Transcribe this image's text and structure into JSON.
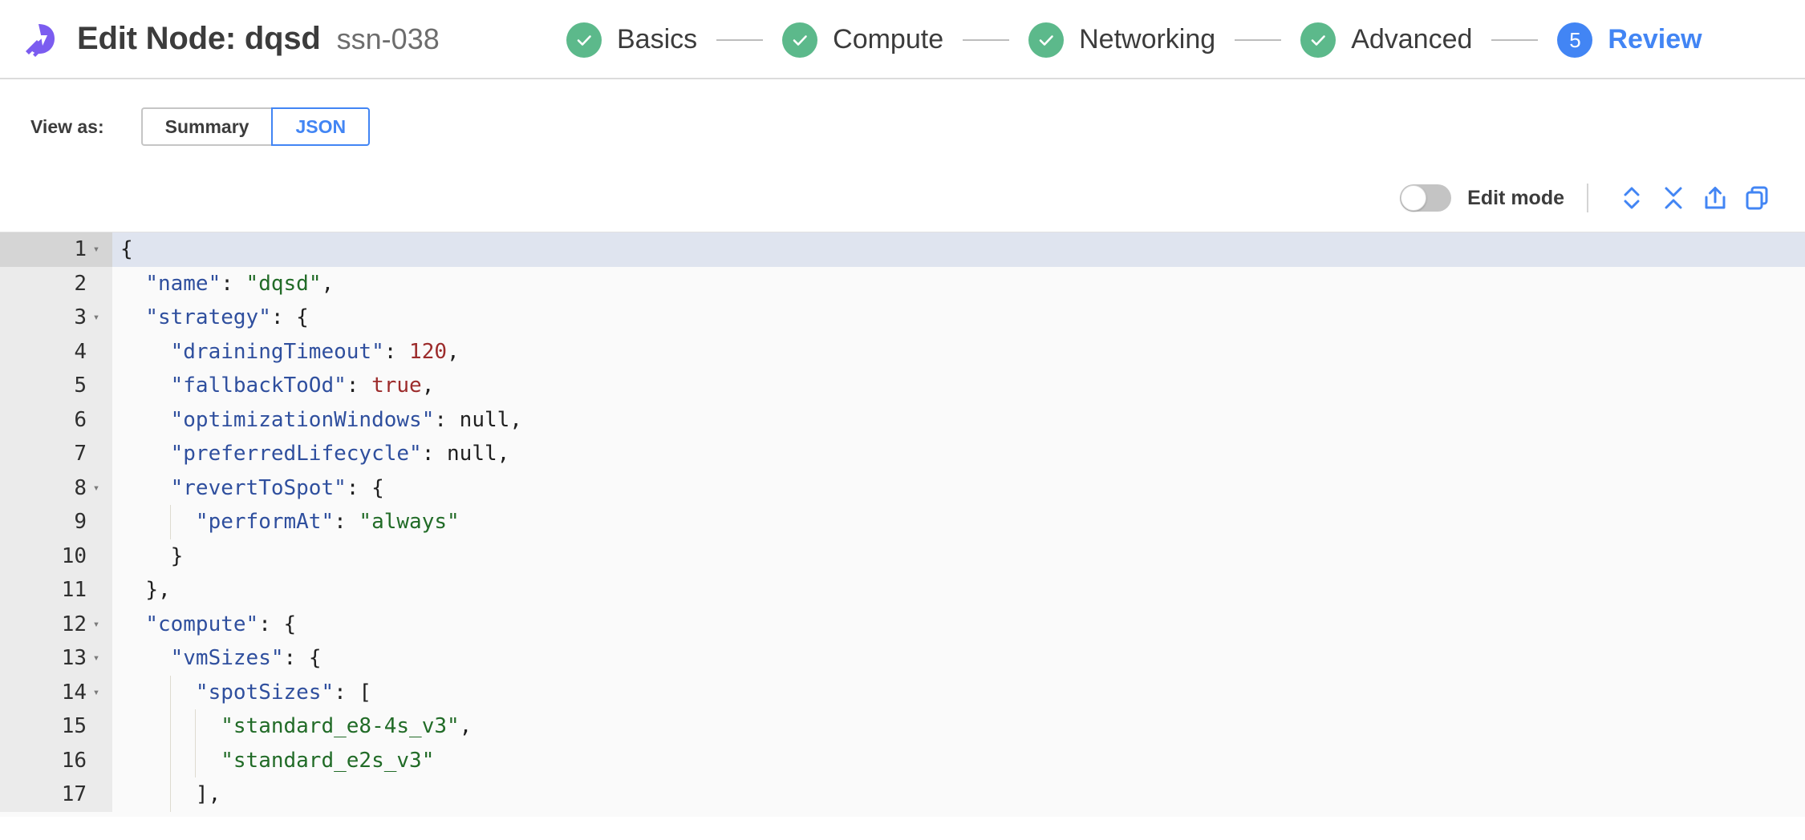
{
  "header": {
    "logo_icon": "spot-logo-icon",
    "title": "Edit Node: dqsd",
    "subtitle": "ssn-038",
    "steps": [
      {
        "label": "Basics",
        "state": "done",
        "marker": "check"
      },
      {
        "label": "Compute",
        "state": "done",
        "marker": "check"
      },
      {
        "label": "Networking",
        "state": "done",
        "marker": "check"
      },
      {
        "label": "Advanced",
        "state": "done",
        "marker": "check"
      },
      {
        "label": "Review",
        "state": "current",
        "marker": "5"
      }
    ]
  },
  "view_as": {
    "label": "View as:",
    "options": [
      {
        "label": "Summary",
        "selected": false
      },
      {
        "label": "JSON",
        "selected": true
      }
    ]
  },
  "editor_toolbar": {
    "toggle_state": "off",
    "toggle_label": "Edit mode",
    "actions": [
      {
        "name": "expand-all-icon",
        "title": "Expand all"
      },
      {
        "name": "collapse-all-icon",
        "title": "Collapse all"
      },
      {
        "name": "export-icon",
        "title": "Export"
      },
      {
        "name": "copy-icon",
        "title": "Copy"
      }
    ]
  },
  "colors": {
    "brand_purple": "#7b5cf0",
    "accent_blue": "#4285f4",
    "success_green": "#5cb98b",
    "json_key": "#2f4f9e",
    "json_string": "#216b27",
    "json_number": "#9c2b2b",
    "active_line": "#dfe4ef",
    "gutter": "#ebebeb"
  },
  "code": {
    "language": "json",
    "active_line": 1,
    "lines": [
      {
        "n": 1,
        "fold": true,
        "indent": 0,
        "tokens": [
          {
            "t": "{",
            "c": "p"
          }
        ]
      },
      {
        "n": 2,
        "fold": false,
        "indent": 1,
        "tokens": [
          {
            "t": "\"name\"",
            "c": "k"
          },
          {
            "t": ": ",
            "c": "p"
          },
          {
            "t": "\"dqsd\"",
            "c": "s"
          },
          {
            "t": ",",
            "c": "p"
          }
        ]
      },
      {
        "n": 3,
        "fold": true,
        "indent": 1,
        "tokens": [
          {
            "t": "\"strategy\"",
            "c": "k"
          },
          {
            "t": ": {",
            "c": "p"
          }
        ]
      },
      {
        "n": 4,
        "fold": false,
        "indent": 2,
        "tokens": [
          {
            "t": "\"drainingTimeout\"",
            "c": "k"
          },
          {
            "t": ": ",
            "c": "p"
          },
          {
            "t": "120",
            "c": "n"
          },
          {
            "t": ",",
            "c": "p"
          }
        ]
      },
      {
        "n": 5,
        "fold": false,
        "indent": 2,
        "tokens": [
          {
            "t": "\"fallbackToOd\"",
            "c": "k"
          },
          {
            "t": ": ",
            "c": "p"
          },
          {
            "t": "true",
            "c": "n"
          },
          {
            "t": ",",
            "c": "p"
          }
        ]
      },
      {
        "n": 6,
        "fold": false,
        "indent": 2,
        "tokens": [
          {
            "t": "\"optimizationWindows\"",
            "c": "k"
          },
          {
            "t": ": ",
            "c": "p"
          },
          {
            "t": "null",
            "c": "p"
          },
          {
            "t": ",",
            "c": "p"
          }
        ]
      },
      {
        "n": 7,
        "fold": false,
        "indent": 2,
        "tokens": [
          {
            "t": "\"preferredLifecycle\"",
            "c": "k"
          },
          {
            "t": ": ",
            "c": "p"
          },
          {
            "t": "null",
            "c": "p"
          },
          {
            "t": ",",
            "c": "p"
          }
        ]
      },
      {
        "n": 8,
        "fold": true,
        "indent": 2,
        "tokens": [
          {
            "t": "\"revertToSpot\"",
            "c": "k"
          },
          {
            "t": ": {",
            "c": "p"
          }
        ]
      },
      {
        "n": 9,
        "fold": false,
        "indent": 3,
        "tokens": [
          {
            "t": "\"performAt\"",
            "c": "k"
          },
          {
            "t": ": ",
            "c": "p"
          },
          {
            "t": "\"always\"",
            "c": "s"
          }
        ]
      },
      {
        "n": 10,
        "fold": false,
        "indent": 2,
        "tokens": [
          {
            "t": "}",
            "c": "p"
          }
        ]
      },
      {
        "n": 11,
        "fold": false,
        "indent": 1,
        "tokens": [
          {
            "t": "},",
            "c": "p"
          }
        ]
      },
      {
        "n": 12,
        "fold": true,
        "indent": 1,
        "tokens": [
          {
            "t": "\"compute\"",
            "c": "k"
          },
          {
            "t": ": {",
            "c": "p"
          }
        ]
      },
      {
        "n": 13,
        "fold": true,
        "indent": 2,
        "tokens": [
          {
            "t": "\"vmSizes\"",
            "c": "k"
          },
          {
            "t": ": {",
            "c": "p"
          }
        ]
      },
      {
        "n": 14,
        "fold": true,
        "indent": 3,
        "tokens": [
          {
            "t": "\"spotSizes\"",
            "c": "k"
          },
          {
            "t": ": [",
            "c": "p"
          }
        ]
      },
      {
        "n": 15,
        "fold": false,
        "indent": 4,
        "tokens": [
          {
            "t": "\"standard_e8-4s_v3\"",
            "c": "s"
          },
          {
            "t": ",",
            "c": "p"
          }
        ]
      },
      {
        "n": 16,
        "fold": false,
        "indent": 4,
        "tokens": [
          {
            "t": "\"standard_e2s_v3\"",
            "c": "s"
          }
        ]
      },
      {
        "n": 17,
        "fold": false,
        "indent": 3,
        "tokens": [
          {
            "t": "],",
            "c": "p"
          }
        ]
      }
    ]
  }
}
